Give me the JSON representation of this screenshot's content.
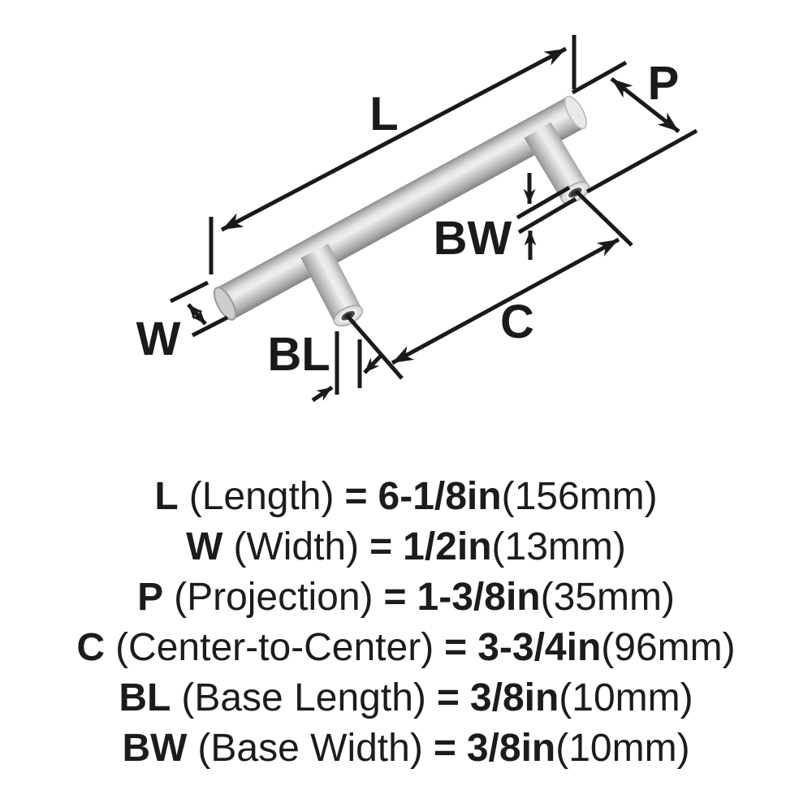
{
  "background_color": "#ffffff",
  "diagram": {
    "type": "product-dimension-diagram",
    "subject": "bar-pull-cabinet-handle",
    "line_color": "#1a1a1a",
    "metal_colors": {
      "highlight": "#efefef",
      "mid": "#c6c6c6",
      "shadow": "#878787",
      "end_face": "#d8d8d8",
      "screw_hole": "#3a3a3a"
    },
    "labels": {
      "L": "L",
      "W": "W",
      "P": "P",
      "C": "C",
      "BL": "BL",
      "BW": "BW"
    }
  },
  "specs": [
    {
      "label": "L",
      "desc": "(Length)",
      "equals": "=",
      "value": "6-1/8in",
      "metric": "(156mm)"
    },
    {
      "label": "W",
      "desc": "(Width)",
      "equals": "=",
      "value": "1/2in",
      "metric": "(13mm)"
    },
    {
      "label": "P",
      "desc": "(Projection)",
      "equals": "=",
      "value": "1-3/8in",
      "metric": "(35mm)"
    },
    {
      "label": "C",
      "desc": "(Center-to-Center)",
      "equals": "=",
      "value": "3-3/4in",
      "metric": "(96mm)"
    },
    {
      "label": "BL",
      "desc": "(Base Length)",
      "equals": "=",
      "value": "3/8in",
      "metric": "(10mm)"
    },
    {
      "label": "BW",
      "desc": "(Base Width)",
      "equals": "=",
      "value": "3/8in",
      "metric": "(10mm)"
    }
  ]
}
